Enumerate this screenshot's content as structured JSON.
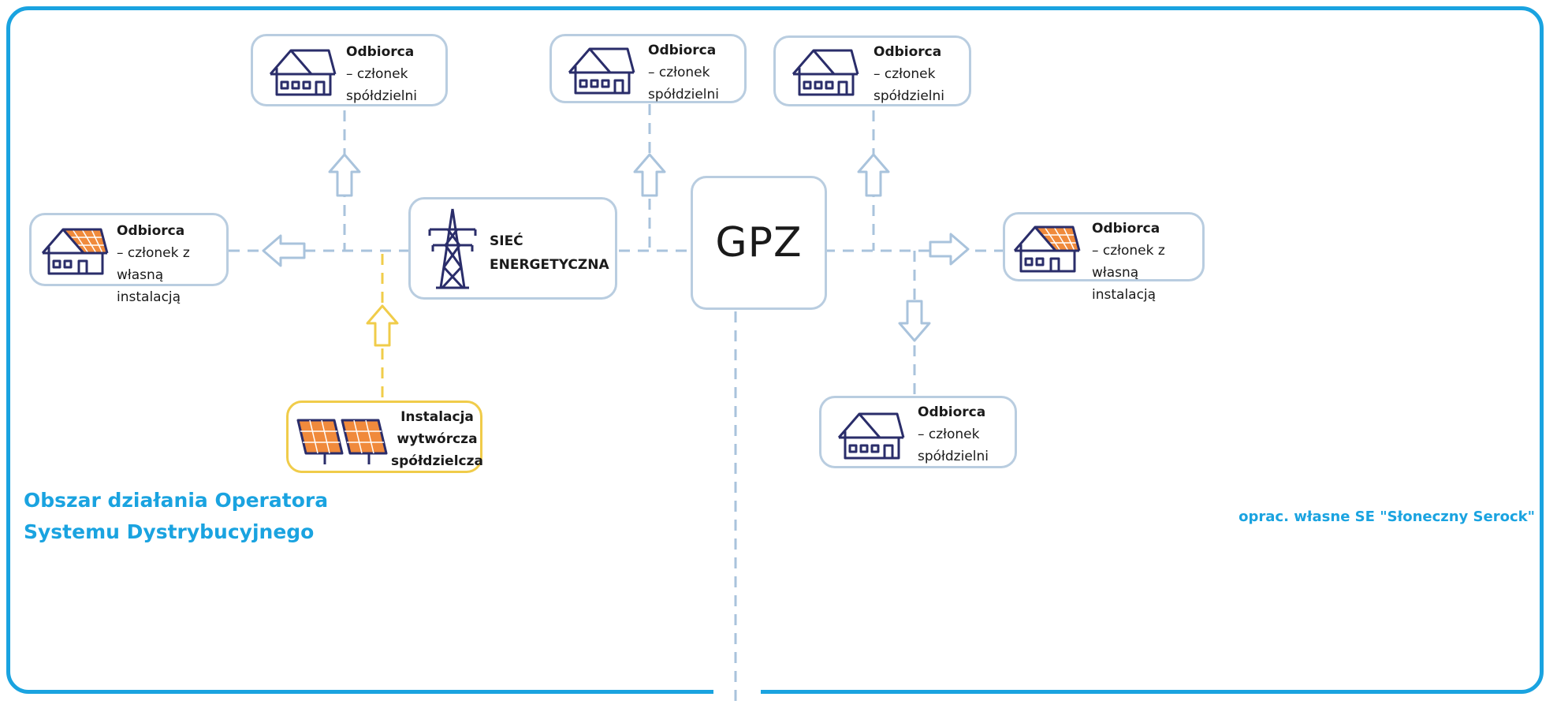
{
  "grid": {
    "label_line1": "SIEĆ",
    "label_line2": "ENERGETYCZNA"
  },
  "gpz": {
    "label": "GPZ"
  },
  "consumer_member": {
    "title": "Odbiorca",
    "line1": "– członek",
    "line2": "spółdzielni"
  },
  "consumer_prosumer": {
    "title": "Odbiorca",
    "line1": "– członek z własną",
    "line2": "instalacją"
  },
  "consumer_member_bottom": {
    "title": "Odbiorca",
    "line1": "– członek",
    "line2": "spółdzielni"
  },
  "installation": {
    "line1": "Instalacja",
    "line2": "wytwórcza",
    "line3": "spółdzielcza"
  },
  "area_title": {
    "line1": "Obszar działania  Operatora",
    "line2": "Systemu Dystrybucyjnego"
  },
  "credit": "oprac. własne SE \"Słoneczny Serock\"",
  "colors": {
    "frame": "#1aa3e0",
    "box_border": "#b9cde0",
    "line": "#a9c3dc",
    "yellow": "#f0cc4a",
    "house": "#2a2d6a",
    "panel": "#f08a3c"
  }
}
